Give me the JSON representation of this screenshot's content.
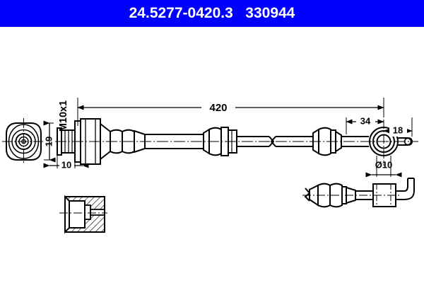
{
  "header": {
    "part_number": "24.5277-0420.3",
    "reference_number": "330944",
    "separator": "   ",
    "background_color": "#0000ff",
    "text_color": "#ffffff"
  },
  "drawing": {
    "title": "brake-hose-technical-drawing",
    "line_color": "#000000",
    "background_color": "#ffffff",
    "dimensions": {
      "overall_length": "420",
      "thread": "M10x1",
      "banjo_head_width": "19",
      "banjo_fitting_length": "10",
      "right_end_length": "34",
      "eye_offset": "18",
      "eye_diameter": "Ø10"
    },
    "views": [
      {
        "name": "end-view-banjo-front",
        "label": ""
      },
      {
        "name": "main-side-view",
        "label": ""
      },
      {
        "name": "section-detail-bracket",
        "label": ""
      },
      {
        "name": "secondary-detail-end",
        "label": ""
      }
    ]
  }
}
